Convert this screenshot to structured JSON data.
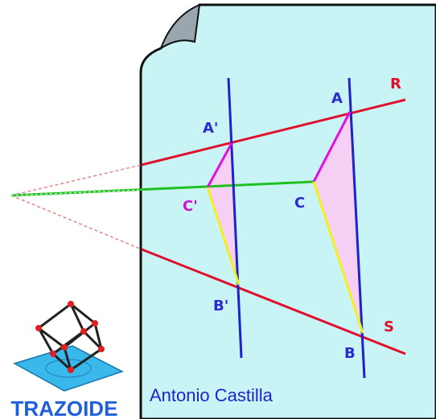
{
  "diagram": {
    "points": {
      "A": "A",
      "A_prime": "A'",
      "B": "B",
      "B_prime": "B'",
      "C": "C",
      "C_prime": "C'"
    },
    "lines": {
      "R": "R",
      "S": "S"
    },
    "colors": {
      "sheet_fill": "#c8f4f6",
      "sheet_border": "#111111",
      "line_red": "#e0102a",
      "line_blue": "#1f22c8",
      "line_green": "#20c020",
      "segment_magenta": "#e010e0",
      "segment_yellow": "#f4f020",
      "triangle_fill": "#f6d0f4",
      "label_blue": "#2a2ad0",
      "label_magenta": "#d010d0",
      "logo_text": "#1f5fd8"
    }
  },
  "author": "Antonio Castilla",
  "logo": {
    "text": "TRAZOIDE",
    "icon": "cube-on-plane-icon"
  }
}
